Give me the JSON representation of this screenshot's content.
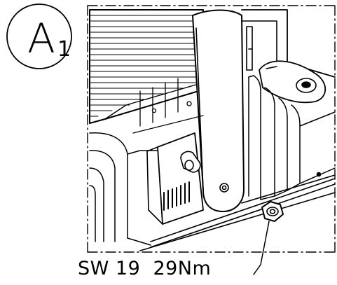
{
  "step_badge": {
    "letter": "A",
    "subscript": "1"
  },
  "callout": {
    "text": "SW 19  29Nm"
  }
}
